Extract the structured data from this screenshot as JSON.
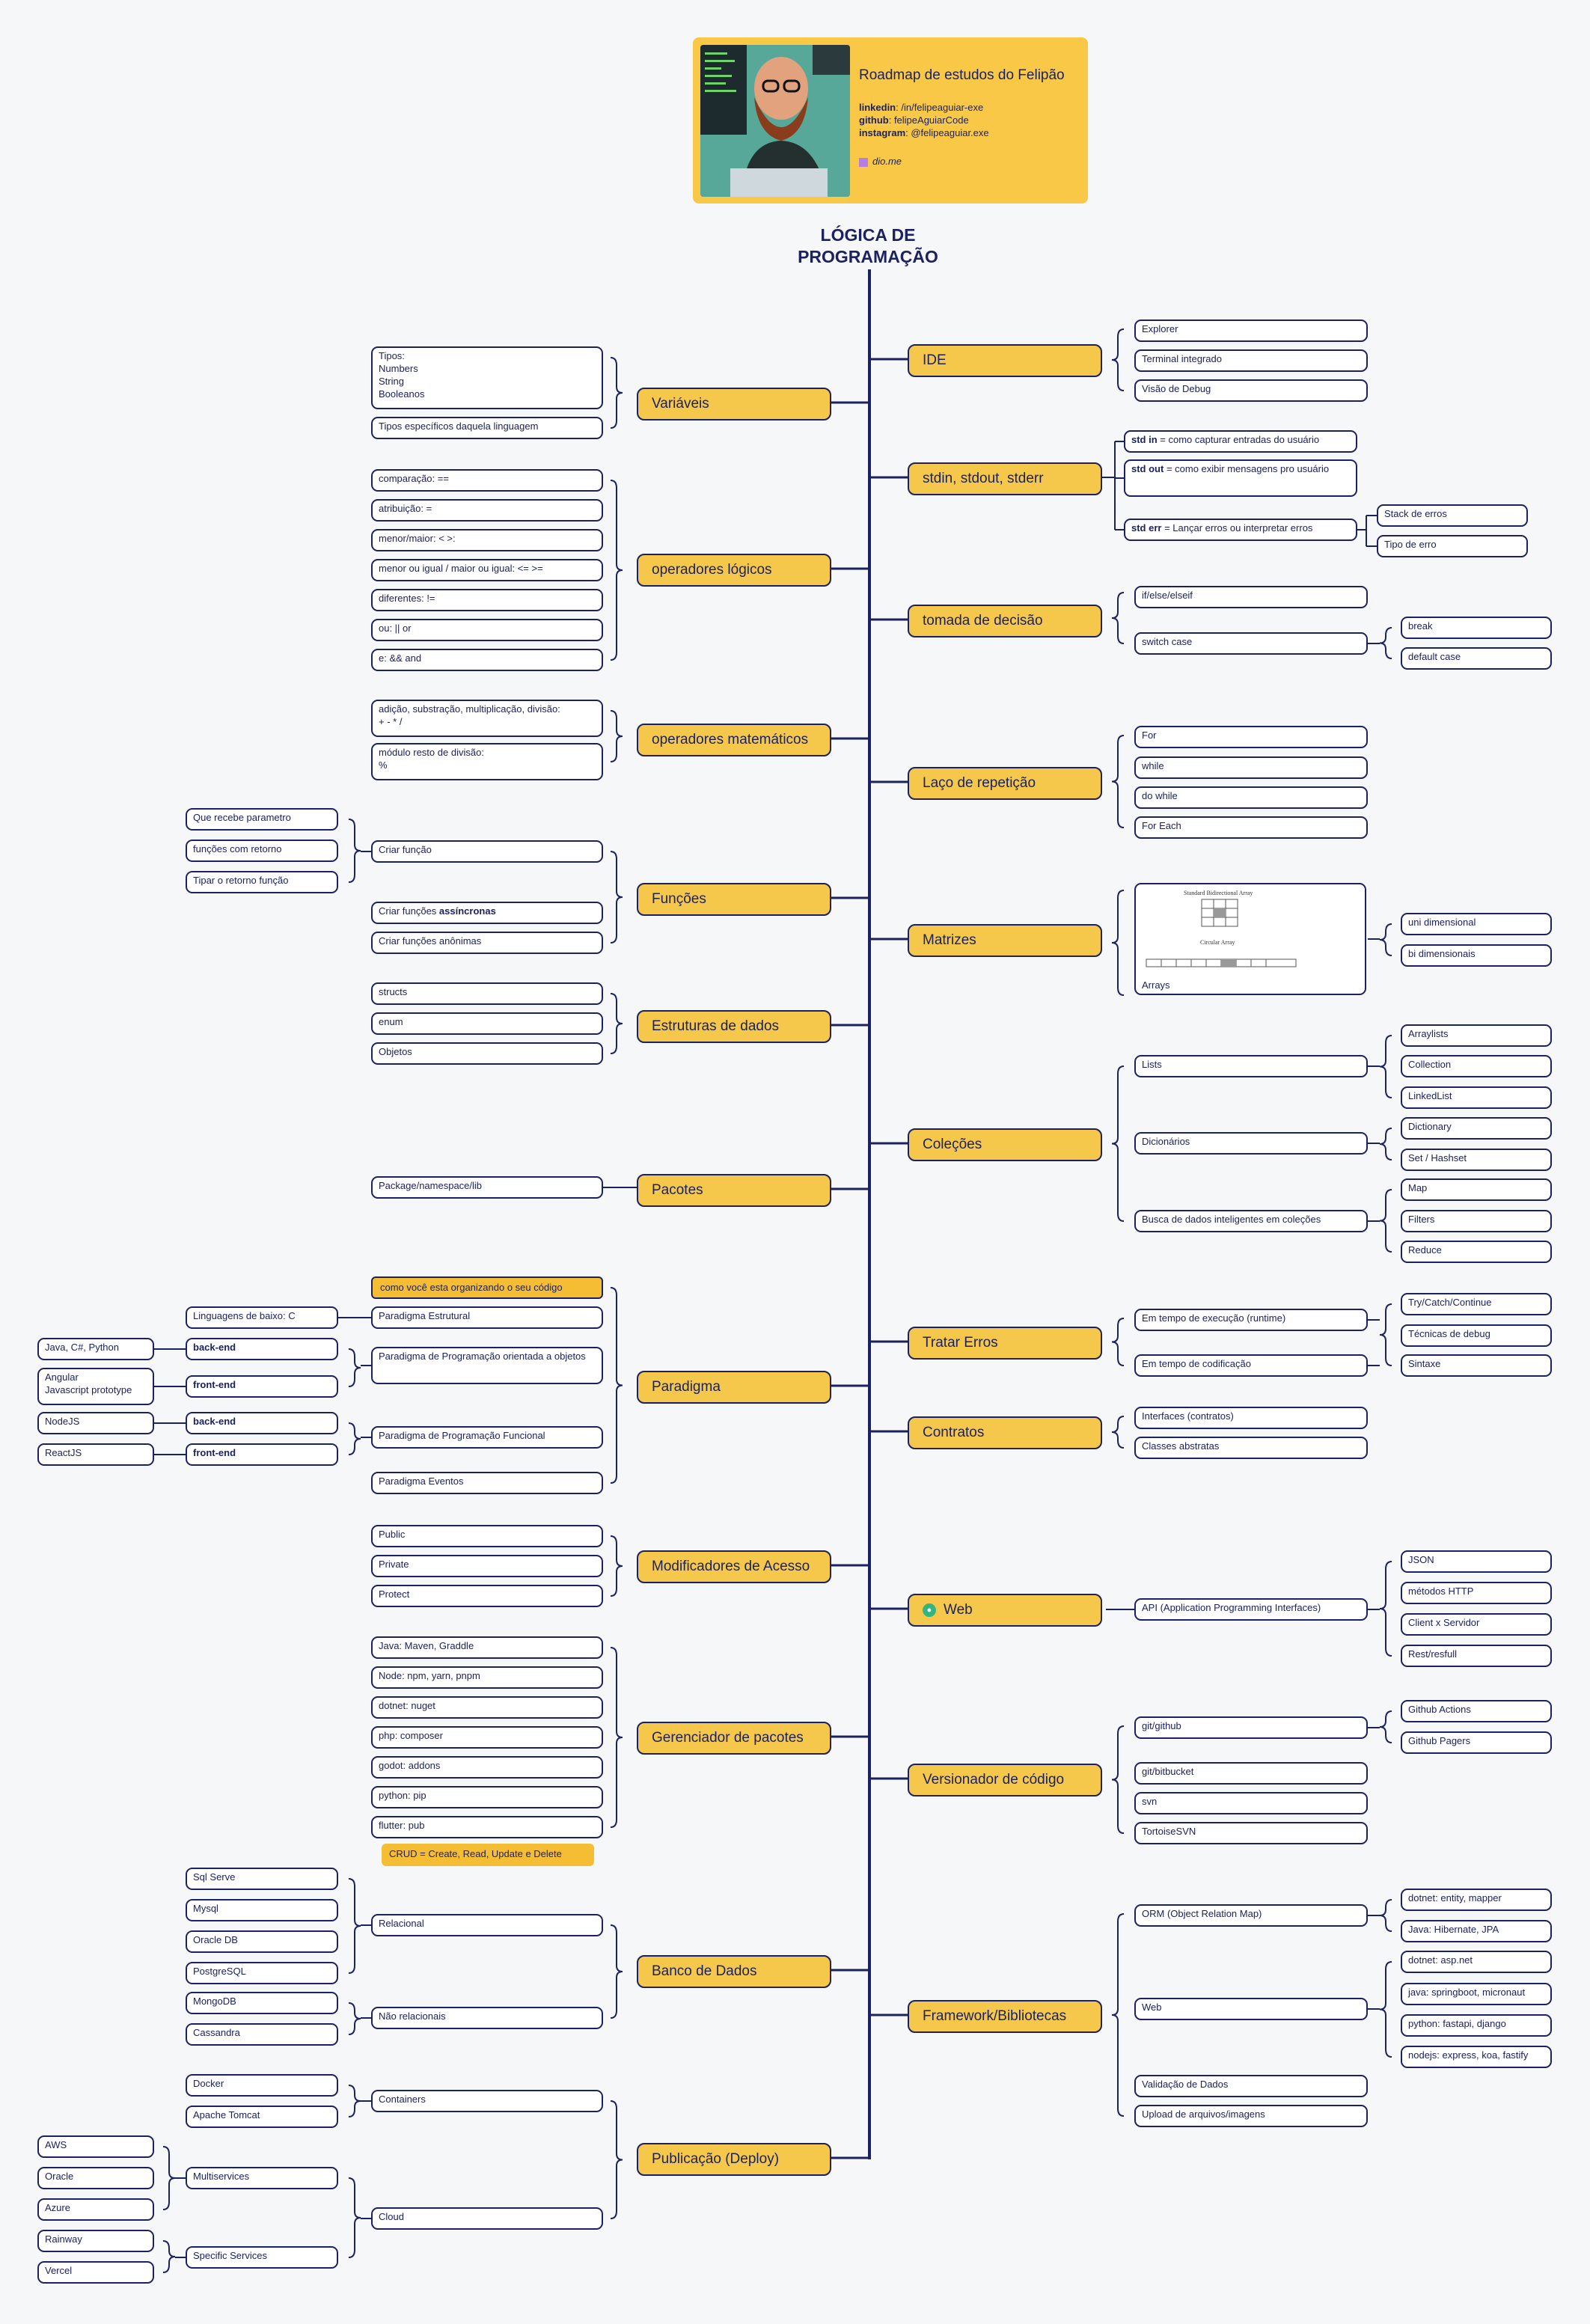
{
  "header": {
    "title": "Roadmap de estudos do Felipão",
    "linkedin_label": "linkedin",
    "linkedin": ": /in/felipeaguiar-exe",
    "github_label": "github",
    "github": ": felipeAguiarCode",
    "instagram_label": "instagram",
    "instagram": ": @felipeaguiar.exe",
    "dio": "dio.me"
  },
  "root_title": "LÓGICA DE\nPROGRAMAÇÃO",
  "colors": {
    "navy": "#1c2260",
    "topic_fill": "#f5c84c",
    "highlight": "#f5bd33",
    "background": "#f6f7f9"
  },
  "topics_right": {
    "ide": "IDE",
    "stdio": "stdin, stdout, stderr",
    "decisao": "tomada de decisão",
    "laco": "Laço de repetição",
    "matrizes": "Matrizes",
    "colecoes": "Coleções",
    "erros": "Tratar Erros",
    "contratos": "Contratos",
    "web": "Web",
    "versionador": "Versionador de código",
    "framework": "Framework/Bibliotecas"
  },
  "topics_left": {
    "variaveis": "Variáveis",
    "oplogicos": "operadores lógicos",
    "opmat": "operadores matemáticos",
    "funcoes": "Funções",
    "estruturas": "Estruturas de dados",
    "pacotes": "Pacotes",
    "paradigma": "Paradigma",
    "modificadores": "Modificadores de Acesso",
    "gerenciador": "Gerenciador de pacotes",
    "banco": "Banco de Dados",
    "publicacao": "Publicação (Deploy)"
  },
  "nodes": {
    "explorer": "Explorer",
    "terminal": "Terminal integrado",
    "debug": "Visão de Debug",
    "stdin_b": "std in",
    "stdin_t": " = como capturar entradas do usuário",
    "stdout_b": "std out",
    "stdout_t": " = como exibir mensagens pro usuário",
    "stderr_b": "std err",
    "stderr_t": " = Lançar erros ou interpretar erros",
    "stack": "Stack de erros",
    "tipoerro": "Tipo de erro",
    "ifelse": "if/else/elseif",
    "switch": "switch case",
    "break": "break",
    "default": "default case",
    "for": "For",
    "while": "while",
    "dowhile": "do while",
    "foreach": "For Each",
    "arrays": "Arrays",
    "array_title": "Standard Bidirectional Array",
    "array_title2": "Circular Array",
    "unidim": "uni dimensional",
    "bidim": "bi dimensionais",
    "lists": "Lists",
    "dicts": "Dicionários",
    "busca": "Busca de dados inteligentes em coleções",
    "arraylists": "Arraylists",
    "collection": "Collection",
    "linkedlist": "LinkedList",
    "dictionary": "Dictionary",
    "set": "Set / Hashset",
    "map": "Map",
    "filters": "Filters",
    "reduce": "Reduce",
    "runtime": "Em tempo de execução (runtime)",
    "codificacao": "Em tempo de codificação",
    "trycatch": "Try/Catch/Continue",
    "tecdebug": "Técnicas de debug",
    "sintaxe": "Sintaxe",
    "interfaces": "Interfaces (contratos)",
    "abstratas": "Classes abstratas",
    "api": "API (Application Programming Interfaces)",
    "json": "JSON",
    "http": "métodos HTTP",
    "clientserver": "Client x Servidor",
    "rest": "Rest/resfull",
    "github": "git/github",
    "bitbucket": "git/bitbucket",
    "svn": "svn",
    "tortoise": "TortoiseSVN",
    "ghactions": "Github Actions",
    "ghpages": "Github Pagers",
    "orm": "ORM (Object Relation Map)",
    "fweb": "Web",
    "validacao": "Validação de Dados",
    "upload": "Upload de arquivos/imagens",
    "dotnetorm": "dotnet: entity, mapper",
    "javaorm": "Java: Hibernate, JPA",
    "dotnetweb": "dotnet: asp.net",
    "javaweb": "java: springboot, micronaut",
    "pythonweb": "python: fastapi, django",
    "nodeweb": "nodejs: express, koa, fastify",
    "tipos": "Tipos:\nNumbers\nString\nBooleanos",
    "tiposesp": "Tipos específicos daquela linguagem",
    "comparacao": "comparação: ==",
    "atribuicao": "atribuição: =",
    "menormaior": "menor/maior: < >:",
    "menorigual": "menor ou igual / maior ou igual: <= >=",
    "diferentes": "diferentes: !=",
    "ou": "ou: || or",
    "e": "e: && and",
    "adicao": "adição, substração, multiplicação, divisão:\n+ - * /",
    "modulo": "módulo resto de divisão:\n%",
    "criarfuncao": "Criar função",
    "assinc_t": "Criar funções ",
    "assinc_b": "assíncronas",
    "anonimas": "Criar funções anônimas",
    "parametro": "Que recebe parametro",
    "retorno": "funções com retorno",
    "tipar": "Tipar o retorno função",
    "structs": "structs",
    "enum": "enum",
    "objetos": "Objetos",
    "package": "Package/namespace/lib",
    "organizando": "como você esta organizando o seu código",
    "estrutural": "Paradigma Estrutural",
    "poo": "Paradigma de Programação orientada a objetos",
    "funcional": "Paradigma de Programação Funcional",
    "eventos": "Paradigma Eventos",
    "baixo": "Linguagens de baixo: C",
    "backend1": "back-end",
    "frontend1": "front-end",
    "backend2": "back-end",
    "frontend2": "front-end",
    "javacs": "Java, C#, Python",
    "angular": "Angular\nJavascript prototype",
    "nodejs": "NodeJS",
    "reactjs": "ReactJS",
    "public": "Public",
    "private": "Private",
    "protect": "Protect",
    "java": "Java: Maven, Graddle",
    "node": "Node: npm, yarn, pnpm",
    "dotnet": "dotnet: nuget",
    "php": "php: composer",
    "godot": "godot: addons",
    "python": "python: pip",
    "flutter": "flutter: pub",
    "crud": "CRUD = Create, Read, Update e Delete",
    "relacional": "Relacional",
    "naorelacional": "Não relacionais",
    "sqlserve": "Sql Serve",
    "mysql": "Mysql",
    "oracledb": "Oracle DB",
    "postgres": "PostgreSQL",
    "mongodb": "MongoDB",
    "cassandra": "Cassandra",
    "containers": "Containers",
    "cloud": "Cloud",
    "docker": "Docker",
    "tomcat": "Apache Tomcat",
    "multiservices": "Multiservices",
    "specific": "Specific Services",
    "aws": "AWS",
    "oracle": "Oracle",
    "azure": "Azure",
    "rainway": "Rainway",
    "vercel": "Vercel"
  }
}
